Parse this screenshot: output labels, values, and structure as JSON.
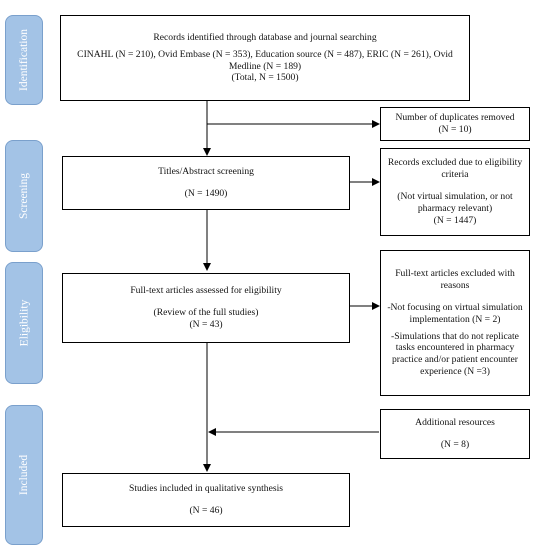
{
  "phases": {
    "identification": "Identification",
    "screening": "Screening",
    "eligibility": "Eligibility",
    "included": "Included"
  },
  "boxes": {
    "identification": {
      "line1": "Records identified through database and journal searching",
      "line2": "CINAHL (N = 210), Ovid Embase (N = 353), Education source (N = 487), ERIC (N = 261), Ovid Medline (N = 189)",
      "line3": "(Total, N = 1500)"
    },
    "duplicates": {
      "line1": "Number of duplicates removed",
      "line2": "(N = 10)"
    },
    "screening": {
      "line1": "Titles/Abstract screening",
      "line2": "(N = 1490)"
    },
    "excluded_screening": {
      "line1": "Records excluded due to eligibility criteria",
      "line2": "(Not virtual simulation, or not pharmacy relevant)",
      "line3": "(N = 1447)"
    },
    "eligibility": {
      "line1": "Full-text articles assessed for eligibility",
      "line2": "(Review of the full studies)",
      "line3": "(N = 43)"
    },
    "excluded_fulltext": {
      "line1": "Full-text articles excluded with reasons",
      "line2": "-Not focusing on virtual simulation implementation (N = 2)",
      "line3": "-Simulations that do not replicate tasks encountered in pharmacy practice and/or patient encounter experience (N =3)"
    },
    "additional": {
      "line1": "Additional resources",
      "line2": "(N = 8)"
    },
    "included": {
      "line1": "Studies included in qualitative synthesis",
      "line2": "(N = 46)"
    }
  },
  "colors": {
    "phase_fill": "#a3c3e6",
    "phase_text": "#ffffff",
    "box_border": "#000000"
  }
}
